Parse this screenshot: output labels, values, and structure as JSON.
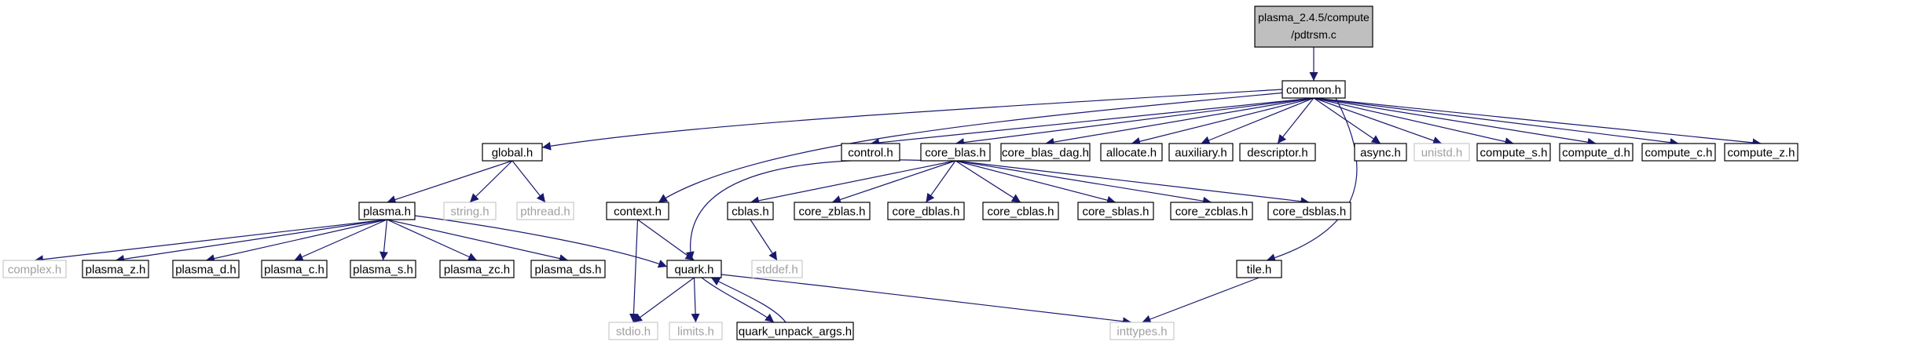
{
  "diagram": {
    "colors": {
      "edge": "#191970",
      "border": "#000000",
      "external_border": "#bfbfbf",
      "external_text": "#a0a0a0",
      "text": "#000000",
      "root_fill": "#bfbfbf",
      "node_fill": "#ffffff"
    },
    "nodes": [
      {
        "id": "root",
        "label_lines": [
          "plasma_2.4.5/compute",
          "/pdtrsm.c"
        ],
        "style": "root"
      },
      {
        "id": "common_h",
        "label": "common.h",
        "style": "internal"
      },
      {
        "id": "global_h",
        "label": "global.h",
        "style": "internal"
      },
      {
        "id": "control_h",
        "label": "control.h",
        "style": "internal"
      },
      {
        "id": "core_blas_h",
        "label": "core_blas.h",
        "style": "internal"
      },
      {
        "id": "core_blas_dag_h",
        "label": "core_blas_dag.h",
        "style": "internal"
      },
      {
        "id": "allocate_h",
        "label": "allocate.h",
        "style": "internal"
      },
      {
        "id": "auxiliary_h",
        "label": "auxiliary.h",
        "style": "internal"
      },
      {
        "id": "descriptor_h",
        "label": "descriptor.h",
        "style": "internal"
      },
      {
        "id": "async_h",
        "label": "async.h",
        "style": "internal"
      },
      {
        "id": "unistd_h",
        "label": "unistd.h",
        "style": "external"
      },
      {
        "id": "compute_s_h",
        "label": "compute_s.h",
        "style": "internal"
      },
      {
        "id": "compute_d_h",
        "label": "compute_d.h",
        "style": "internal"
      },
      {
        "id": "compute_c_h",
        "label": "compute_c.h",
        "style": "internal"
      },
      {
        "id": "compute_z_h",
        "label": "compute_z.h",
        "style": "internal"
      },
      {
        "id": "plasma_h",
        "label": "plasma.h",
        "style": "internal"
      },
      {
        "id": "string_h",
        "label": "string.h",
        "style": "external"
      },
      {
        "id": "pthread_h",
        "label": "pthread.h",
        "style": "external"
      },
      {
        "id": "context_h",
        "label": "context.h",
        "style": "internal"
      },
      {
        "id": "cblas_h",
        "label": "cblas.h",
        "style": "internal"
      },
      {
        "id": "core_zblas_h",
        "label": "core_zblas.h",
        "style": "internal"
      },
      {
        "id": "core_dblas_h",
        "label": "core_dblas.h",
        "style": "internal"
      },
      {
        "id": "core_cblas_h",
        "label": "core_cblas.h",
        "style": "internal"
      },
      {
        "id": "core_sblas_h",
        "label": "core_sblas.h",
        "style": "internal"
      },
      {
        "id": "core_zcblas_h",
        "label": "core_zcblas.h",
        "style": "internal"
      },
      {
        "id": "core_dsblas_h",
        "label": "core_dsblas.h",
        "style": "internal"
      },
      {
        "id": "complex_h",
        "label": "complex.h",
        "style": "external"
      },
      {
        "id": "plasma_z_h",
        "label": "plasma_z.h",
        "style": "internal"
      },
      {
        "id": "plasma_d_h",
        "label": "plasma_d.h",
        "style": "internal"
      },
      {
        "id": "plasma_c_h",
        "label": "plasma_c.h",
        "style": "internal"
      },
      {
        "id": "plasma_s_h",
        "label": "plasma_s.h",
        "style": "internal"
      },
      {
        "id": "plasma_zc_h",
        "label": "plasma_zc.h",
        "style": "internal"
      },
      {
        "id": "plasma_ds_h",
        "label": "plasma_ds.h",
        "style": "internal"
      },
      {
        "id": "quark_h",
        "label": "quark.h",
        "style": "internal"
      },
      {
        "id": "stddef_h",
        "label": "stddef.h",
        "style": "external"
      },
      {
        "id": "tile_h",
        "label": "tile.h",
        "style": "internal"
      },
      {
        "id": "stdio_h",
        "label": "stdio.h",
        "style": "external"
      },
      {
        "id": "limits_h",
        "label": "limits.h",
        "style": "external"
      },
      {
        "id": "quark_unpack_args_h",
        "label": "quark_unpack_args.h",
        "style": "internal"
      },
      {
        "id": "inttypes_h",
        "label": "inttypes.h",
        "style": "external"
      }
    ],
    "edges": [
      {
        "from": "root",
        "to": "common_h"
      },
      {
        "from": "common_h",
        "to": "global_h"
      },
      {
        "from": "common_h",
        "to": "context_h"
      },
      {
        "from": "common_h",
        "to": "control_h"
      },
      {
        "from": "common_h",
        "to": "core_blas_h"
      },
      {
        "from": "common_h",
        "to": "core_blas_dag_h"
      },
      {
        "from": "common_h",
        "to": "allocate_h"
      },
      {
        "from": "common_h",
        "to": "auxiliary_h"
      },
      {
        "from": "common_h",
        "to": "descriptor_h"
      },
      {
        "from": "common_h",
        "to": "tile_h"
      },
      {
        "from": "common_h",
        "to": "async_h"
      },
      {
        "from": "common_h",
        "to": "unistd_h"
      },
      {
        "from": "common_h",
        "to": "compute_s_h"
      },
      {
        "from": "common_h",
        "to": "compute_d_h"
      },
      {
        "from": "common_h",
        "to": "compute_c_h"
      },
      {
        "from": "common_h",
        "to": "compute_z_h"
      },
      {
        "from": "global_h",
        "to": "plasma_h"
      },
      {
        "from": "global_h",
        "to": "string_h"
      },
      {
        "from": "global_h",
        "to": "pthread_h"
      },
      {
        "from": "plasma_h",
        "to": "complex_h"
      },
      {
        "from": "plasma_h",
        "to": "plasma_z_h"
      },
      {
        "from": "plasma_h",
        "to": "plasma_d_h"
      },
      {
        "from": "plasma_h",
        "to": "plasma_c_h"
      },
      {
        "from": "plasma_h",
        "to": "plasma_s_h"
      },
      {
        "from": "plasma_h",
        "to": "plasma_zc_h"
      },
      {
        "from": "plasma_h",
        "to": "plasma_ds_h"
      },
      {
        "from": "plasma_h",
        "to": "quark_h"
      },
      {
        "from": "core_blas_h",
        "to": "cblas_h"
      },
      {
        "from": "core_blas_h",
        "to": "core_zblas_h"
      },
      {
        "from": "core_blas_h",
        "to": "core_dblas_h"
      },
      {
        "from": "core_blas_h",
        "to": "core_cblas_h"
      },
      {
        "from": "core_blas_h",
        "to": "core_sblas_h"
      },
      {
        "from": "core_blas_h",
        "to": "core_zcblas_h"
      },
      {
        "from": "core_blas_h",
        "to": "core_dsblas_h"
      },
      {
        "from": "core_blas_h",
        "to": "quark_h"
      },
      {
        "from": "context_h",
        "to": "quark_h"
      },
      {
        "from": "context_h",
        "to": "stdio_h"
      },
      {
        "from": "cblas_h",
        "to": "stddef_h"
      },
      {
        "from": "quark_h",
        "to": "stdio_h"
      },
      {
        "from": "quark_h",
        "to": "limits_h"
      },
      {
        "from": "quark_h",
        "to": "quark_unpack_args_h"
      },
      {
        "from": "quark_h",
        "to": "inttypes_h"
      },
      {
        "from": "quark_unpack_args_h",
        "to": "quark_h"
      },
      {
        "from": "tile_h",
        "to": "inttypes_h"
      }
    ]
  }
}
